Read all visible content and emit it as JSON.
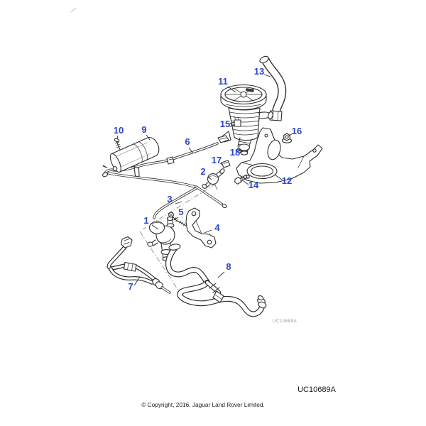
{
  "diagram": {
    "callouts": [
      {
        "label": "1"
      },
      {
        "label": "2"
      },
      {
        "label": "3"
      },
      {
        "label": "4"
      },
      {
        "label": "5"
      },
      {
        "label": "6"
      },
      {
        "label": "7"
      },
      {
        "label": "8"
      },
      {
        "label": "9"
      },
      {
        "label": "10"
      },
      {
        "label": "11"
      },
      {
        "label": "12"
      },
      {
        "label": "13"
      },
      {
        "label": "14"
      },
      {
        "label": "15"
      },
      {
        "label": "16"
      },
      {
        "label": "17"
      },
      {
        "label": "18"
      }
    ],
    "inline_code": "UC10689A",
    "footer_code": "UC10689A",
    "copyright": "© Copyright, 2016. Jaguar Land Rover Limited.",
    "colors": {
      "callout": "#2946c8",
      "line": "#2f2f2f",
      "dash_line": "#8a8a8a",
      "muted_code": "#9a9a9a"
    }
  }
}
